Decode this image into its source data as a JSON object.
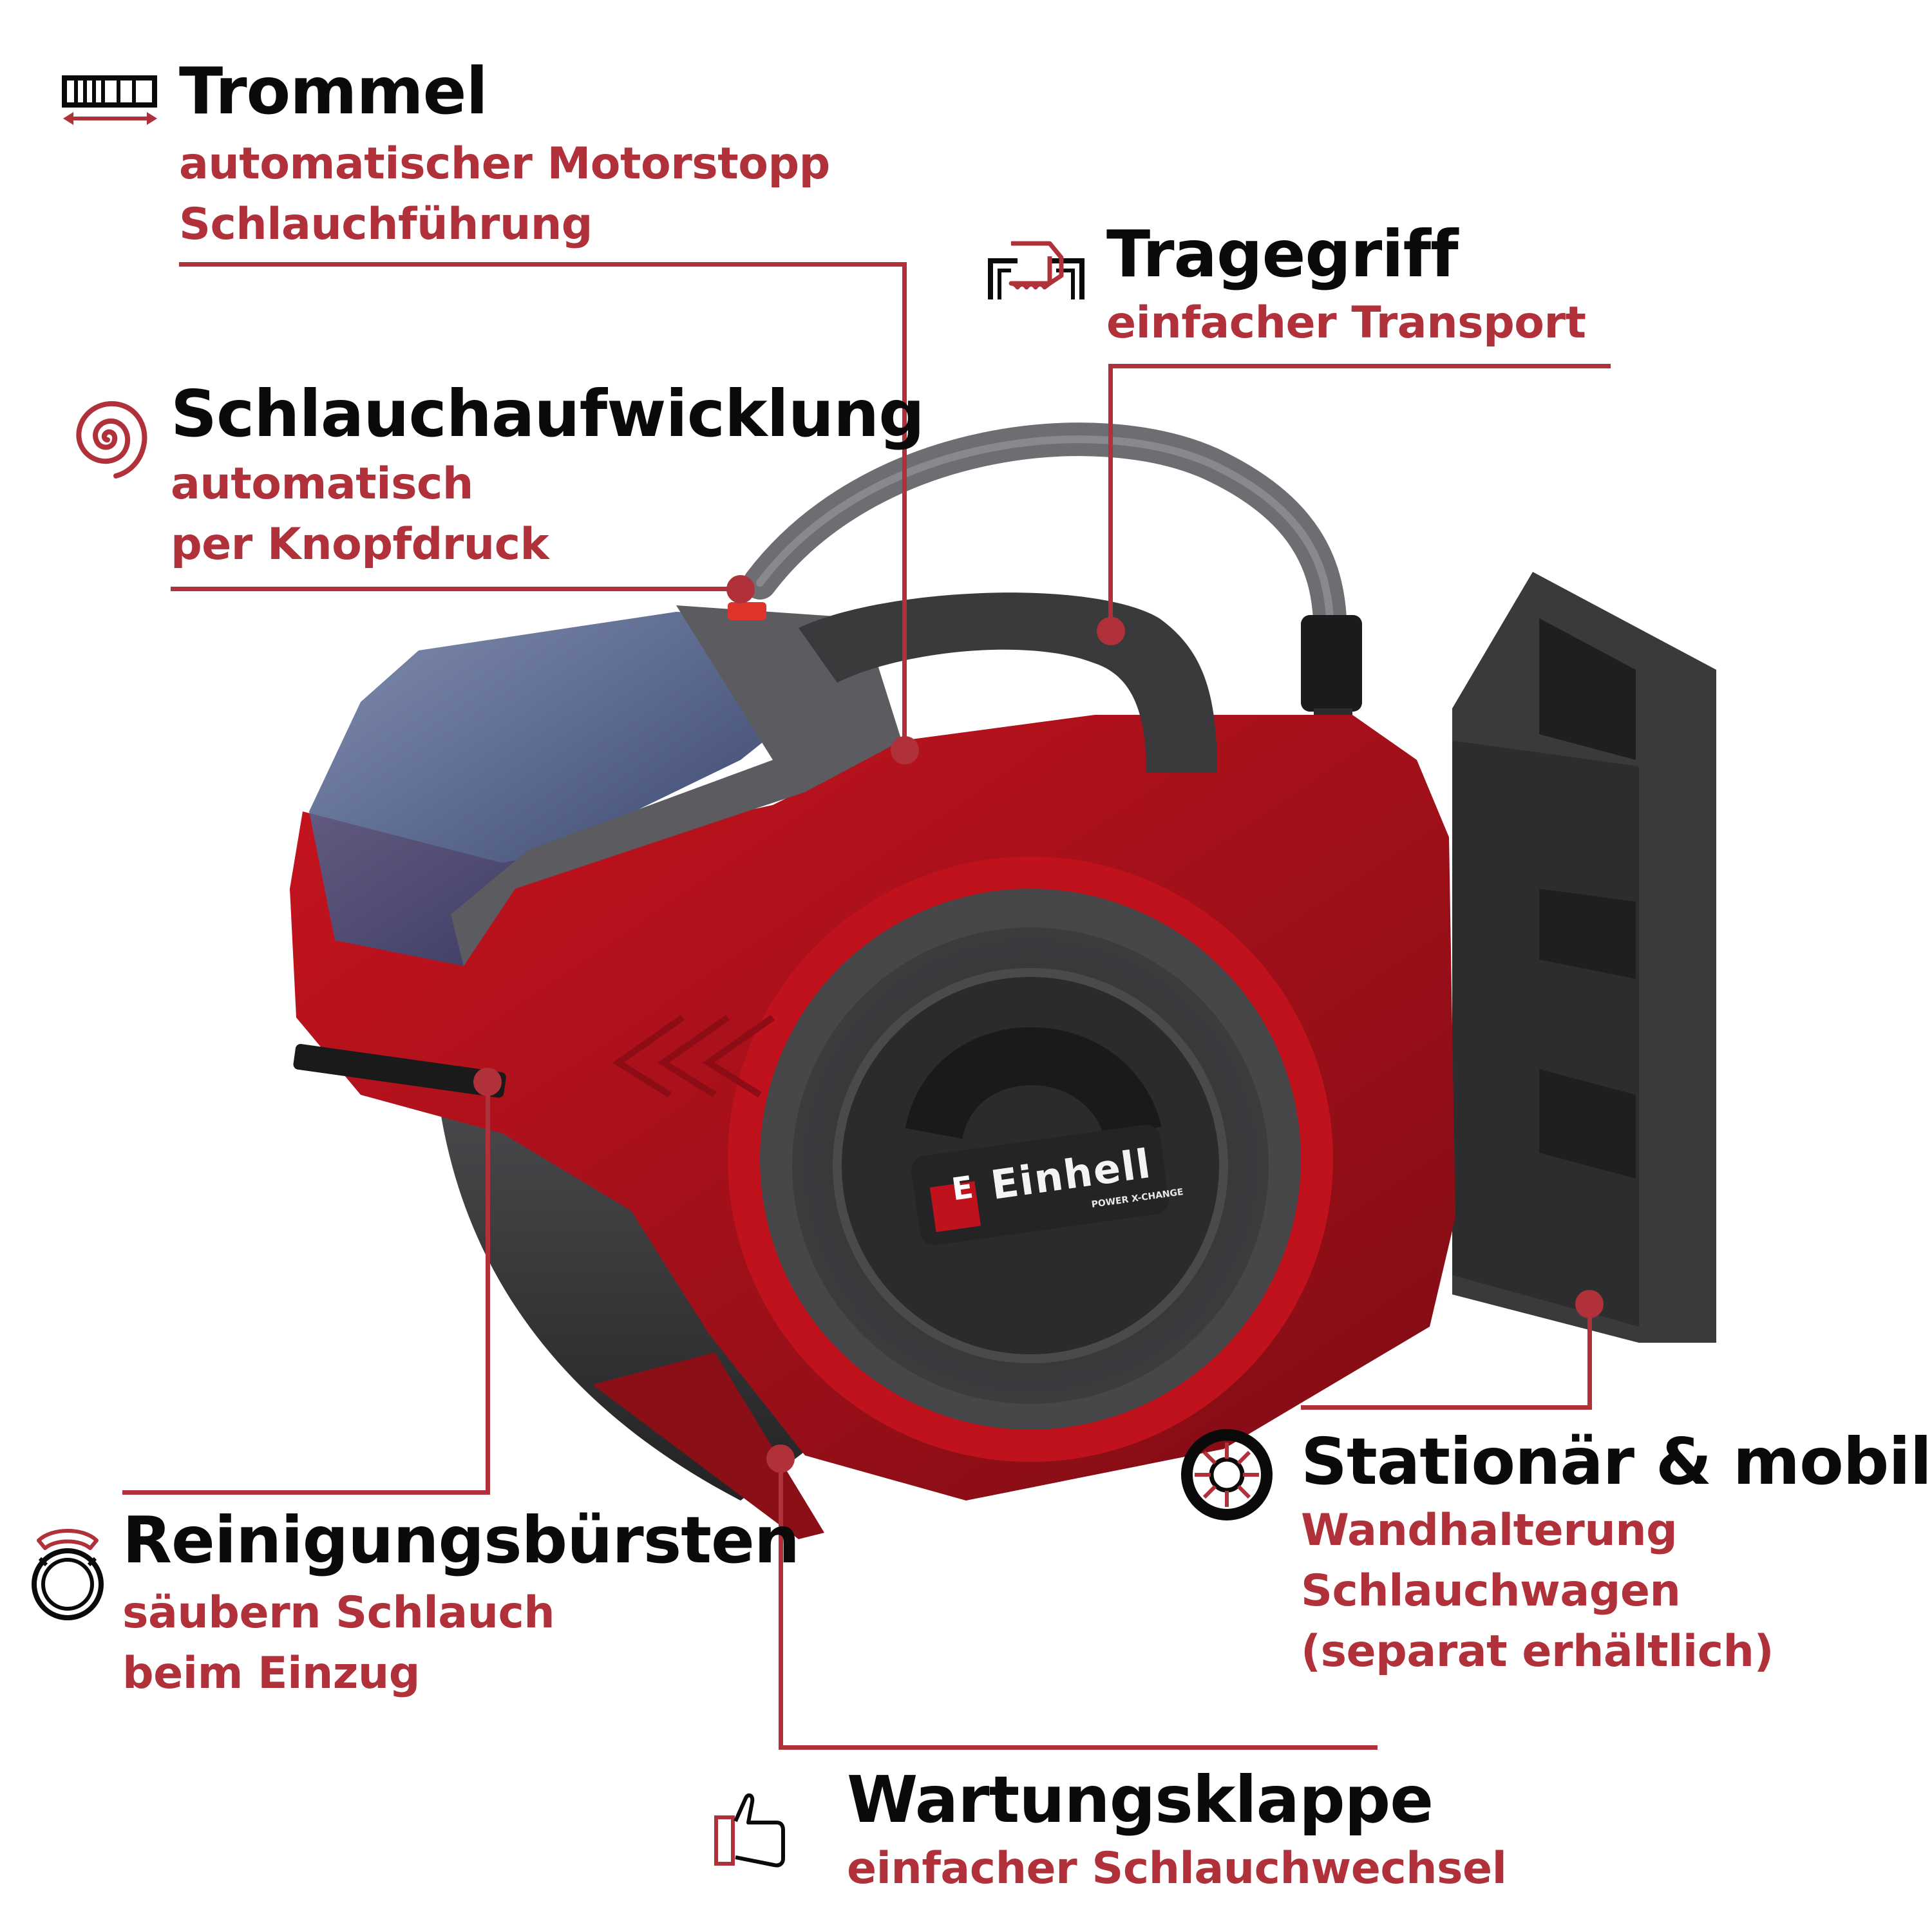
{
  "colors": {
    "accent": "#b1313a",
    "text": "#0a0a0a",
    "body_red": "#b3101c",
    "dark_plastic": "#2e2e30",
    "background": "#ffffff"
  },
  "product": {
    "brand_logo": "Einhell",
    "logo_tagline": "POWER X-CHANGE"
  },
  "features": [
    {
      "id": "trommel",
      "icon": "drum-icon",
      "title": "Trommel",
      "lines": [
        "automatischer Motorstopp",
        "Schlauchführung"
      ]
    },
    {
      "id": "tragegriff",
      "icon": "carry-handle-icon",
      "title": "Tragegriff",
      "lines": [
        "einfacher Transport"
      ]
    },
    {
      "id": "schlauchaufwicklung",
      "icon": "spiral-icon",
      "title": "Schlauchaufwicklung",
      "lines": [
        "automatisch",
        "per Knopfdruck"
      ]
    },
    {
      "id": "reinigungsbuersten",
      "icon": "ring-brush-icon",
      "title": "Reinigungsbürsten",
      "lines": [
        "säubern Schlauch",
        "beim Einzug"
      ]
    },
    {
      "id": "stationaer",
      "icon": "wheel-icon",
      "title": "Stationär & mobil",
      "lines": [
        "Wandhalterung",
        "Schlauchwagen",
        "(separat erhältlich)"
      ]
    },
    {
      "id": "wartungsklappe",
      "icon": "thumbs-up-icon",
      "title": "Wartungsklappe",
      "lines": [
        "einfacher Schlauchwechsel"
      ]
    }
  ]
}
